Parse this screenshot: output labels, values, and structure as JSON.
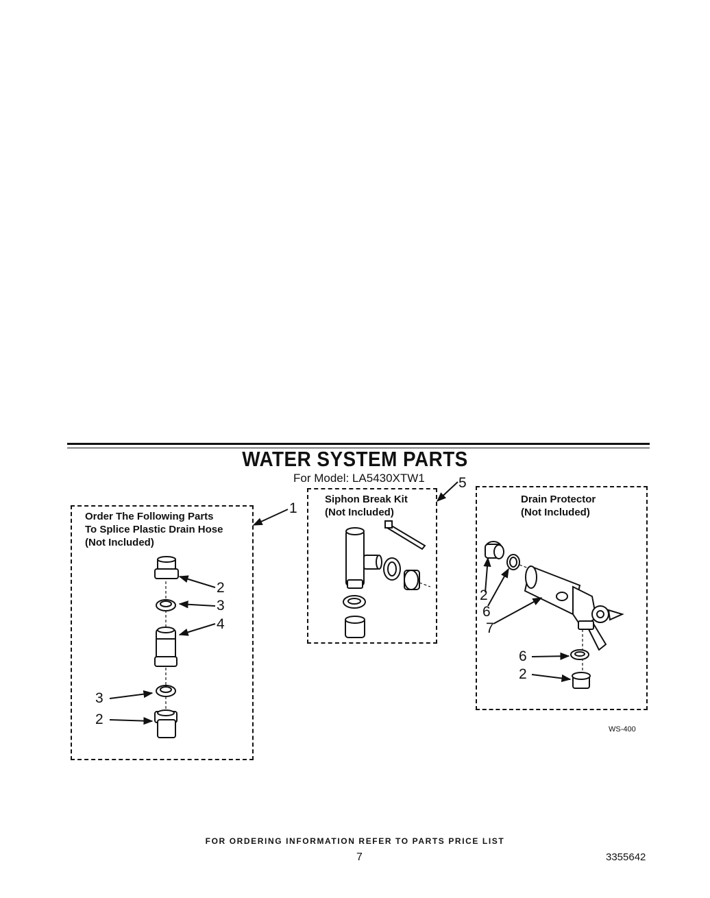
{
  "header": {
    "title": "WATER SYSTEM PARTS",
    "subtitle": "For Model: LA5430XTW1"
  },
  "groups": [
    {
      "callout": "1",
      "label_lines": [
        "Order The Following Parts",
        "To Splice Plastic Drain Hose",
        "(Not Included)"
      ]
    },
    {
      "callout": "5",
      "label_lines": [
        "Siphon Break Kit",
        "(Not Included)"
      ]
    },
    {
      "label_lines": [
        "Drain Protector",
        "(Not Included)"
      ]
    }
  ],
  "part_callouts": {
    "splice": [
      "2",
      "3",
      "4",
      "3",
      "2"
    ],
    "drain_protector": [
      "2",
      "6",
      "7",
      "6",
      "2"
    ]
  },
  "reference_code": "WS-400",
  "footer": {
    "note": "FOR ORDERING INFORMATION REFER TO PARTS PRICE LIST",
    "page_number": "7",
    "document_number": "3355642"
  }
}
